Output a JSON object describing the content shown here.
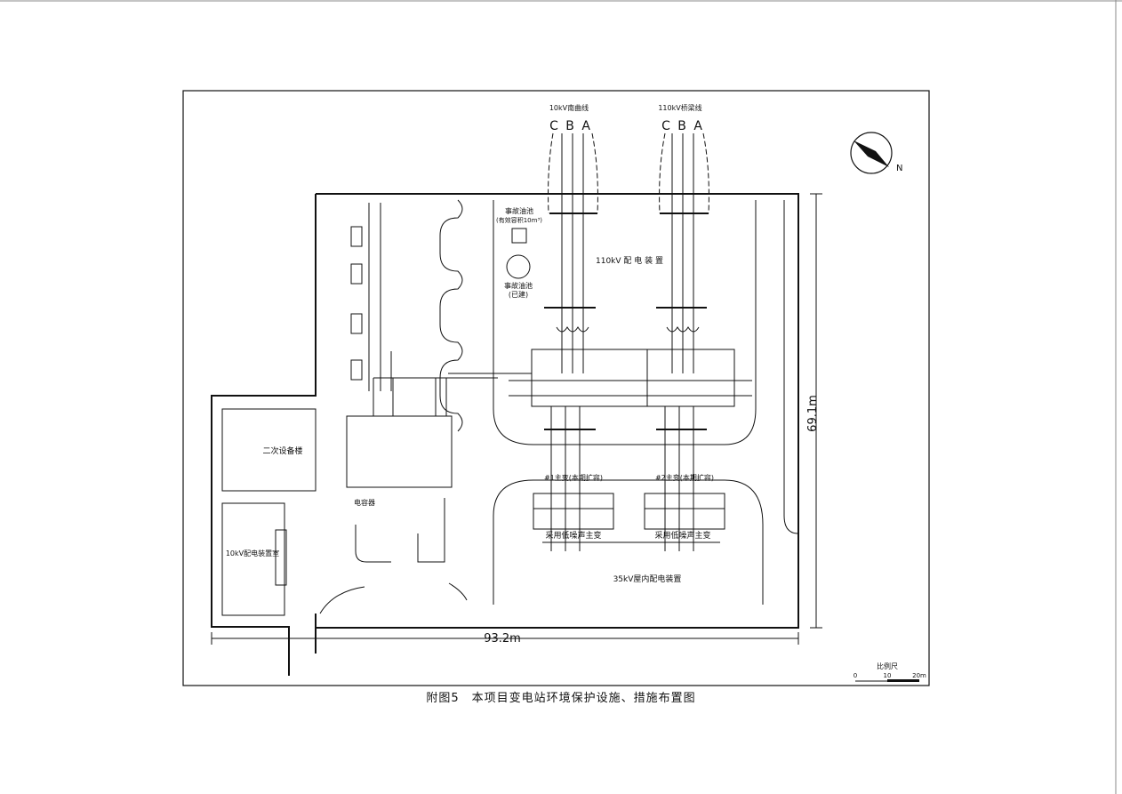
{
  "caption": "附图5　本项目变电站环境保护设施、措施布置图",
  "lines": {
    "left_title": "10kV南曲线",
    "right_title": "110kV桥梁线",
    "left_phases": "C B A",
    "right_phases": "C B A"
  },
  "areas": {
    "switchgear_110kv": "110kV 配 电 装 置",
    "indoor_35kv": "35kV屋内配电装置",
    "accident_oil_tank": "事故油池",
    "accident_oil_tank_volume": "(有效容积10m³)",
    "accident_pool": "事故油池",
    "accident_pool_note": "(已建)",
    "main_building": "二次设备楼",
    "room_10kv": "10kV配电装置室",
    "capacitor": "电容器",
    "transformer_1": "#1主变(本期扩容)",
    "transformer_2": "#2主变(本期扩容)",
    "noise_barrier_1": "采用低噪声主变",
    "noise_barrier_2": "采用低噪声主变"
  },
  "dimensions": {
    "width": "93.2m",
    "height": "69.1m"
  },
  "scale": {
    "label": "比例尺",
    "ticks": [
      "0",
      "10",
      "20m"
    ]
  },
  "north": "N"
}
